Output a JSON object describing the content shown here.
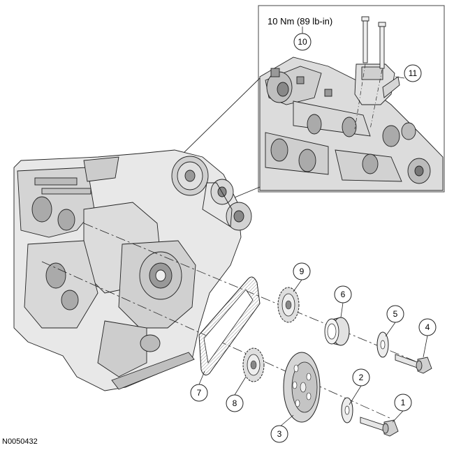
{
  "figure_id": "N0050432",
  "torque_spec": "10 Nm (89 lb-in)",
  "callouts": [
    {
      "num": "1"
    },
    {
      "num": "2"
    },
    {
      "num": "3"
    },
    {
      "num": "4"
    },
    {
      "num": "5"
    },
    {
      "num": "6"
    },
    {
      "num": "7"
    },
    {
      "num": "8"
    },
    {
      "num": "9"
    },
    {
      "num": "10"
    },
    {
      "num": "11"
    }
  ]
}
